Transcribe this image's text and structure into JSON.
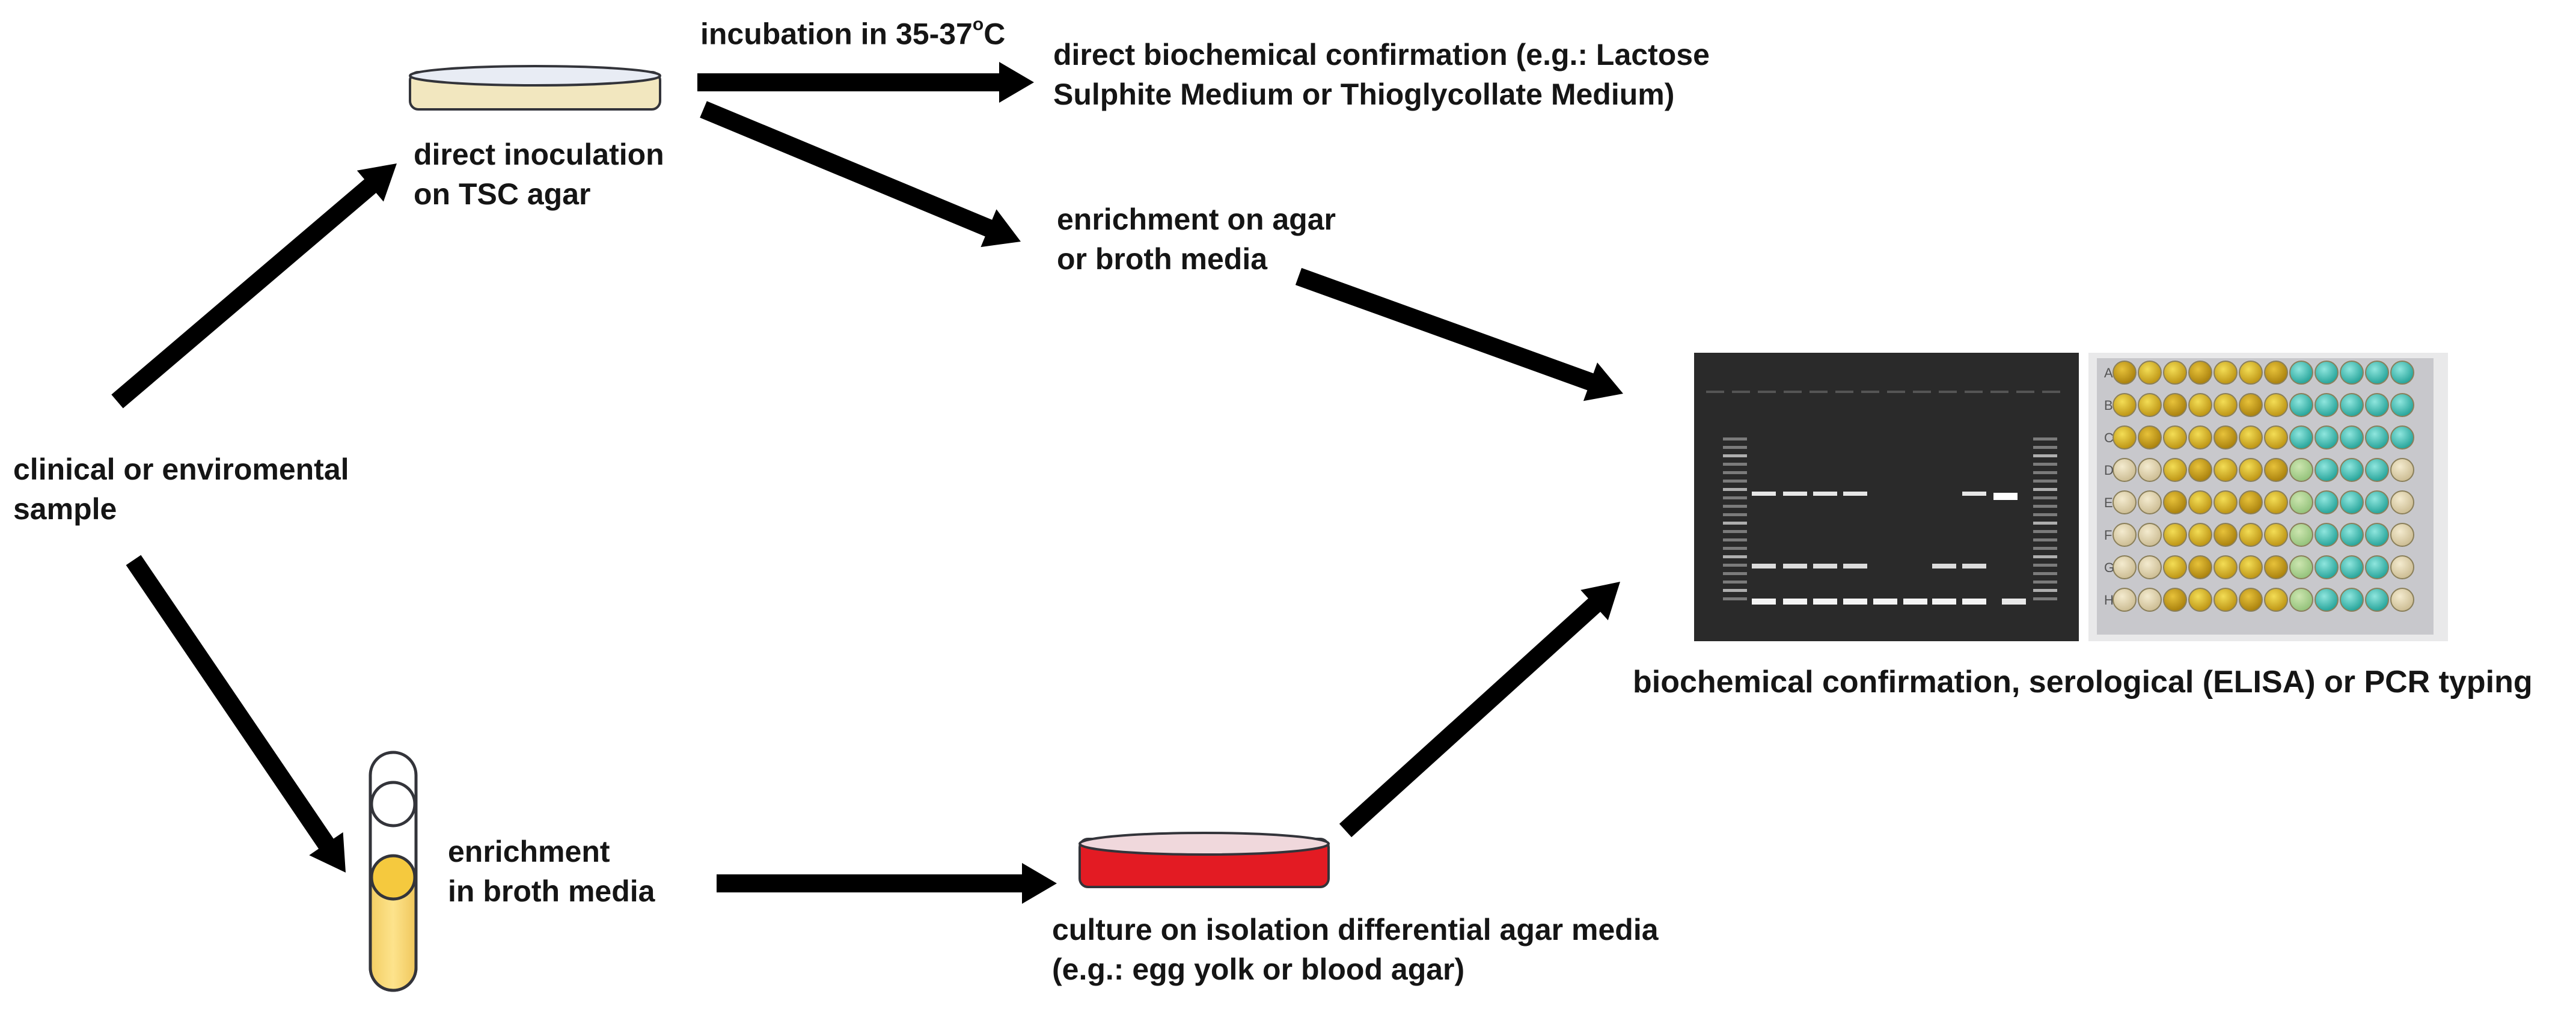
{
  "nodes": {
    "sample": {
      "line1": "clinical or enviromental",
      "line2": "sample"
    },
    "direct_inoculation": {
      "line1": "direct inoculation",
      "line2": "on TSC agar"
    },
    "incubation": {
      "prefix": "incubation in 35-37",
      "degree": "o",
      "suffix": "C"
    },
    "direct_biochem": {
      "line1": "direct biochemical confirmation (e.g.: Lactose",
      "line2": "Sulphite Medium or Thioglycollate Medium)"
    },
    "enrichment_agar": {
      "line1": "enrichment on agar",
      "line2": "or broth media"
    },
    "enrichment_broth": {
      "line1": "enrichment",
      "line2": "in broth media"
    },
    "culture_isolation": {
      "line1": "culture on isolation differential agar media",
      "line2": "(e.g.: egg yolk or blood agar)"
    },
    "confirmation": {
      "text": "biochemical confirmation, serological (ELISA) or PCR typing"
    }
  },
  "plate_label_top": "",
  "plate_label_bottom": "",
  "plate_row_labels": [
    "A",
    "B",
    "C",
    "D",
    "E",
    "F",
    "G",
    "H"
  ],
  "colors": {
    "arrow": "#000000",
    "tsc_agar": "#f2e7bf",
    "blood_agar": "#e31b23",
    "broth": "#f9d97a",
    "gel_background": "#2a2a2a",
    "elisa_yellow": "#d8b320",
    "elisa_blue": "#36b8ad"
  }
}
